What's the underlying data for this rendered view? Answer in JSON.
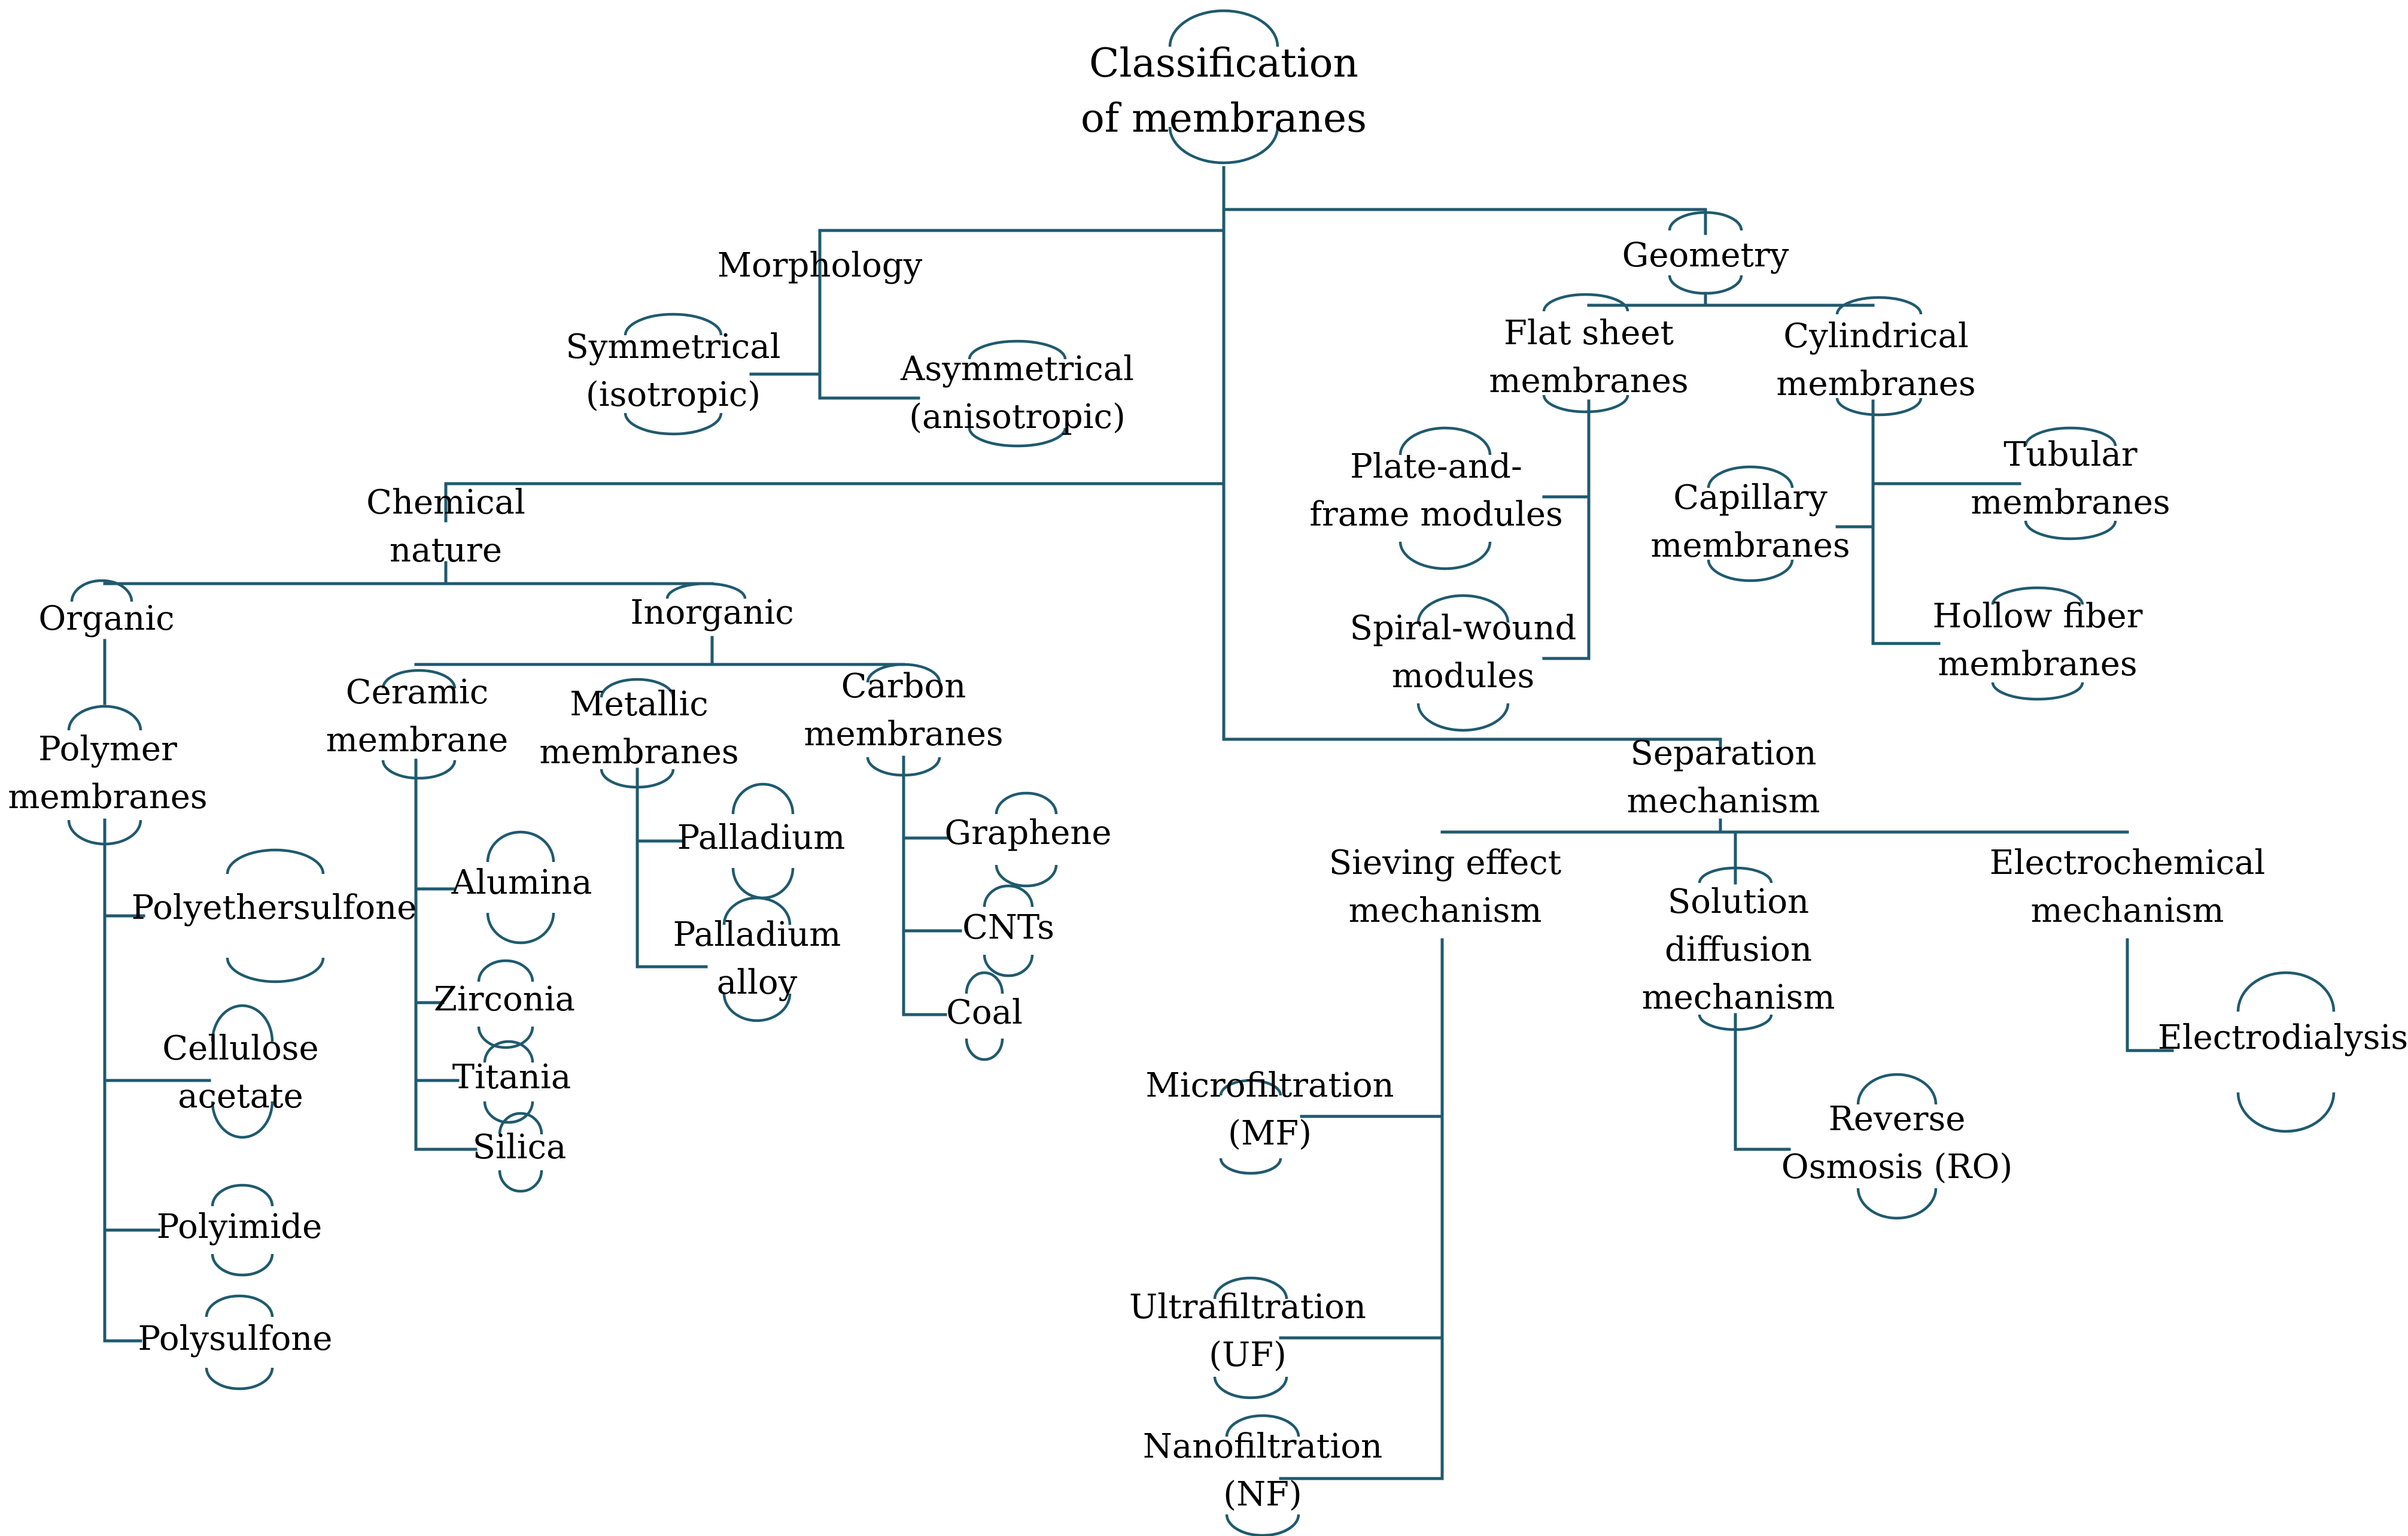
{
  "colors": {
    "connector": "#1f5a6e",
    "text": "#000000",
    "background": "#ffffff"
  },
  "title": [
    "Classification",
    "of membranes"
  ],
  "morphology": {
    "label": [
      "Morphology"
    ],
    "symmetrical": [
      "Symmetrical",
      "(isotropic)"
    ],
    "asymmetrical": [
      "Asymmetrical",
      "(anisotropic)"
    ]
  },
  "geometry": {
    "label": [
      "Geometry"
    ],
    "flat_sheet": [
      "Flat sheet",
      "membranes"
    ],
    "cylindrical": [
      "Cylindrical",
      "membranes"
    ],
    "plate_frame": [
      "Plate-and-",
      "frame modules"
    ],
    "spiral_wound": [
      "Spiral-wound",
      "modules"
    ],
    "capillary": [
      "Capillary",
      "membranes"
    ],
    "tubular": [
      "Tubular",
      "membranes"
    ],
    "hollow_fiber": [
      "Hollow fiber",
      "membranes"
    ]
  },
  "chemical": {
    "label": [
      "Chemical",
      "nature"
    ],
    "organic": [
      "Organic"
    ],
    "inorganic": [
      "Inorganic"
    ],
    "polymer": [
      "Polymer",
      "membranes"
    ],
    "polyethersulfone": [
      "Polyethersulfone"
    ],
    "cellulose_acetate": [
      "Cellulose",
      "acetate"
    ],
    "polyimide": [
      "Polyimide"
    ],
    "polysulfone": [
      "Polysulfone"
    ],
    "ceramic": [
      "Ceramic",
      "membrane"
    ],
    "alumina": [
      "Alumina"
    ],
    "zirconia": [
      "Zirconia"
    ],
    "titania": [
      "Titania"
    ],
    "silica": [
      "Silica"
    ],
    "metallic": [
      "Metallic",
      "membranes"
    ],
    "palladium": [
      "Palladium"
    ],
    "palladium_alloy": [
      "Palladium",
      "alloy"
    ],
    "carbon": [
      "Carbon",
      "membranes"
    ],
    "graphene": [
      "Graphene"
    ],
    "cnts": [
      "CNTs"
    ],
    "coal": [
      "Coal"
    ]
  },
  "separation": {
    "label": [
      "Separation",
      "mechanism"
    ],
    "sieving": [
      "Sieving effect",
      "mechanism"
    ],
    "solution_diffusion": [
      "Solution",
      "diffusion",
      "mechanism"
    ],
    "electrochemical": [
      "Electrochemical",
      "mechanism"
    ],
    "microfiltration": [
      "Microfiltration",
      "(MF)"
    ],
    "ultrafiltration": [
      "Ultrafiltration",
      "(UF)"
    ],
    "nanofiltration": [
      "Nanofiltration",
      "(NF)"
    ],
    "reverse_osmosis": [
      "Reverse",
      "Osmosis (RO)"
    ],
    "electrodialysis": [
      "Electrodialysis"
    ]
  }
}
